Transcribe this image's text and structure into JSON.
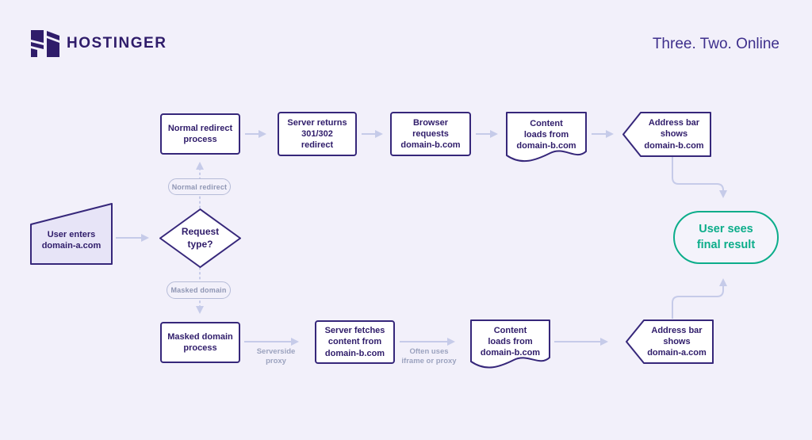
{
  "header": {
    "brand": "HOSTINGER",
    "tagline": "Three. Two. Online"
  },
  "colors": {
    "background": "#F2F0FA",
    "node_border": "#36277A",
    "node_text": "#2F1C6A",
    "arrow": "#C6CBE9",
    "muted_label": "#9CA3BF",
    "success_accent": "#0CAD8A",
    "input_fill": "#E7E4F7"
  },
  "diagram": {
    "nodes": {
      "user_enters": {
        "shape": "manual-input",
        "label": "User enters\ndomain-a.com"
      },
      "request_type": {
        "shape": "decision",
        "label": "Request\ntype?"
      },
      "branch_normal": {
        "shape": "pill",
        "label": "Normal redirect"
      },
      "branch_masked": {
        "shape": "pill",
        "label": "Masked domain"
      },
      "normal_process": {
        "shape": "rect",
        "label": "Normal redirect\nprocess"
      },
      "server_returns": {
        "shape": "rect",
        "label": "Server returns\n301/302\nredirect"
      },
      "browser_requests": {
        "shape": "rect",
        "label": "Browser\nrequests\ndomain-b.com"
      },
      "content_loads_top": {
        "shape": "document",
        "label": "Content\nloads from\ndomain-b.com"
      },
      "address_bar_b": {
        "shape": "pentagon",
        "label": "Address bar\nshows\ndomain-b.com"
      },
      "masked_process": {
        "shape": "rect",
        "label": "Masked domain\nprocess"
      },
      "server_fetches": {
        "shape": "rect",
        "label": "Server fetches\ncontent from\ndomain-b.com"
      },
      "content_loads_bottom": {
        "shape": "document",
        "label": "Content\nloads from\ndomain-b.com"
      },
      "address_bar_a": {
        "shape": "pentagon",
        "label": "Address bar\nshows\ndomain-a.com"
      },
      "final_result": {
        "shape": "stadium",
        "label": "User sees\nfinal result"
      }
    },
    "edge_labels": {
      "serverside_proxy": "Serverside\nproxy",
      "often_uses": "Often uses\niframe or proxy"
    }
  }
}
